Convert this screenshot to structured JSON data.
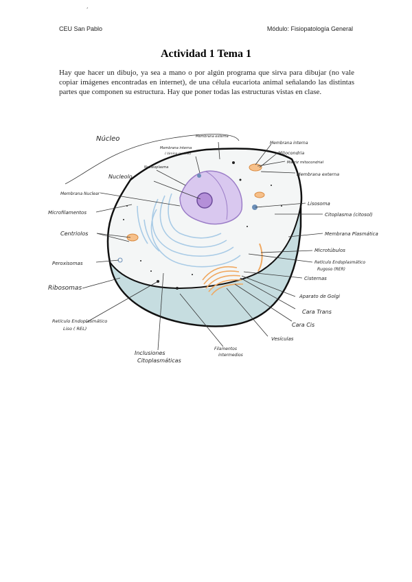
{
  "header": {
    "mark": "´",
    "left": "CEU San Pablo",
    "right": "Módulo: Fisiopatología General"
  },
  "document": {
    "title": "Actividad 1 Tema 1",
    "intro": "Hay que hacer un dibujo, ya sea a mano o por algún programa que sirva para dibujar (no vale copiar imágenes encontradas en internet), de una célula eucariota animal señalando las distintas partes que componen su estructura. Hay que poner todas las estructuras vistas en clase."
  },
  "diagram": {
    "colors": {
      "nucleus": "#d9c8ef",
      "nucleolus": "#b48fd8",
      "cytoplasm_rim": "#c6dde0",
      "er": "#a9cbe6",
      "golgi": "#f0a860",
      "mitochondria": "#f6c08a"
    },
    "labels": {
      "nucleo": "Núcleo",
      "membrana_externa_nuc": "Membrana externa",
      "membrana_interna_nuc": "Membrana interna",
      "lamina_nuclear": "( lámina nuclear)",
      "nucleoplasma": "Nucleoplasma",
      "nucleolo": "Nucleolo",
      "membrana_nuclear": "Membrana Nuclear",
      "microfilamentos": "Microfilamentos",
      "centriolos": "Centriolos",
      "peroxisomas": "Peroxisomas",
      "ribosomas": "Ribosomas",
      "rel_1": "Retículo Endoplasmático",
      "rel_2": "Liso ( REL)",
      "inclusiones_1": "Inclusiones",
      "inclusiones_2": "Citoplasmáticas",
      "filamentos_1": "Filamentos",
      "filamentos_2": "intermedios",
      "vesiculas": "Vesículas",
      "cara_cis": "Cara Cis",
      "cara_trans": "Cara Trans",
      "golgi": "Aparato de Golgi",
      "cisternas": "Cisternas",
      "rer_1": "Retículo Endoplasmático",
      "rer_2": "Rugoso (RER)",
      "microtubulos": "Microtúbulos",
      "membrana_plasmatica": "Membrana Plasmática",
      "citoplasma": "Citoplasma (citosol)",
      "lisosoma": "Lisosoma",
      "membrana_externa_mito": "Membrana externa",
      "matriz_mito": "Matriz mitocondrial",
      "mitocondria": "Mitocondria",
      "membrana_interna_mito": "Membrana interna"
    }
  }
}
